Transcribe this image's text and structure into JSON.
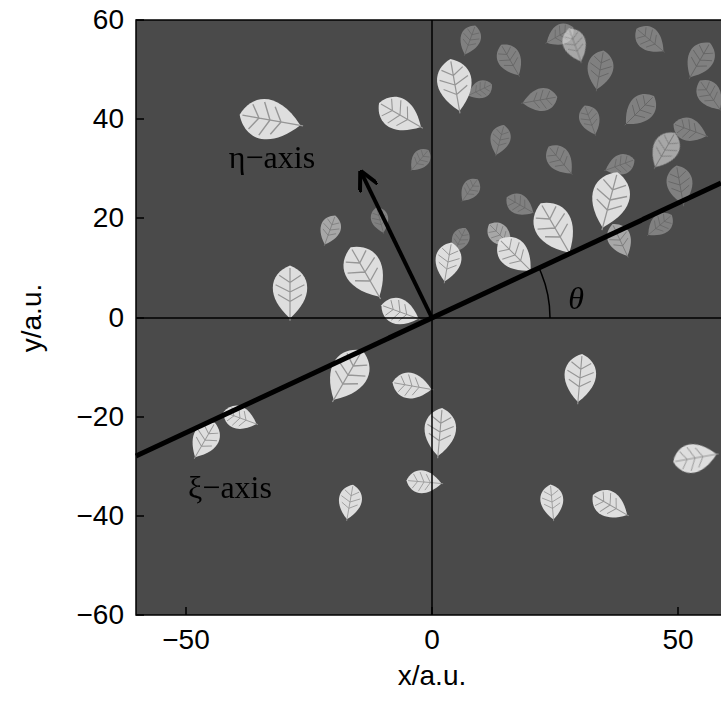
{
  "diagram": {
    "labels": [
      "60",
      "40",
      "20",
      "0",
      "−20",
      "−40",
      "−60",
      "−50",
      "0",
      "50",
      "x/a.u.",
      "y/a.u.",
      "η−axis",
      "ξ−axis",
      "θ"
    ]
  }
}
